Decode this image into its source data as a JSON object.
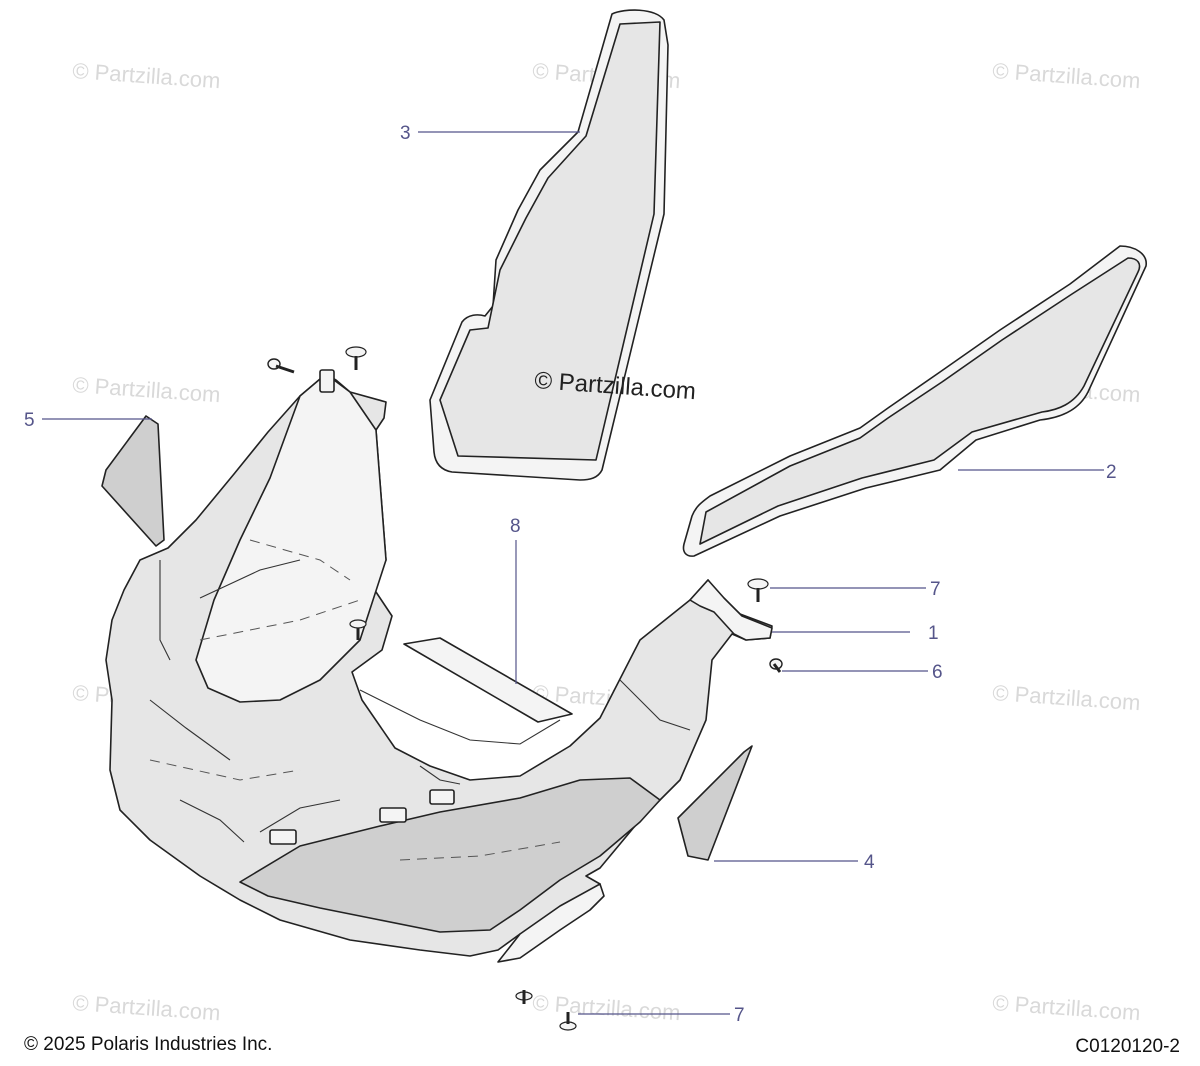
{
  "watermark": "© Partzilla.com",
  "center_watermark": "© Partzilla.com",
  "callouts": [
    {
      "id": "3",
      "label": "3"
    },
    {
      "id": "5",
      "label": "5"
    },
    {
      "id": "2",
      "label": "2"
    },
    {
      "id": "8",
      "label": "8"
    },
    {
      "id": "7a",
      "label": "7"
    },
    {
      "id": "1",
      "label": "1"
    },
    {
      "id": "6",
      "label": "6"
    },
    {
      "id": "4",
      "label": "4"
    },
    {
      "id": "7b",
      "label": "7"
    }
  ],
  "footer": {
    "copyright": "© 2025 Polaris Industries Inc.",
    "diagram_code": "C0120120-2"
  },
  "colors": {
    "callout": "#55558a",
    "watermark": "#d9d9d9"
  }
}
